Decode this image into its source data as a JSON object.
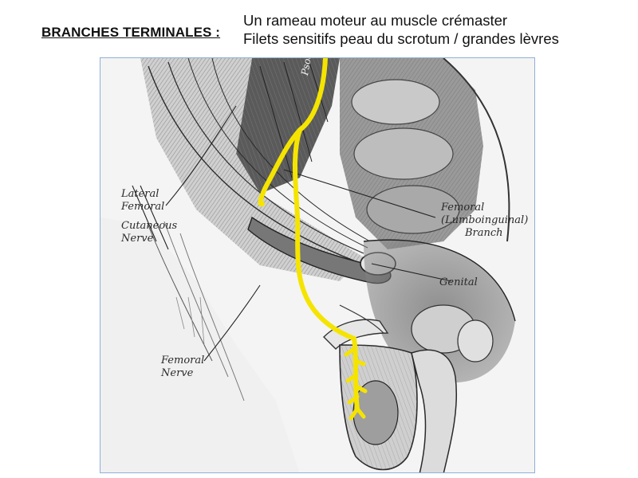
{
  "heading": "BRANCHES TERMINALES :",
  "lines": [
    "Un rameau moteur au muscle crémaster",
    "Filets sensitifs peau du scrotum / grandes lèvres"
  ],
  "figure": {
    "labels": {
      "lateral_femoral_cutaneous": [
        "Lateral",
        "Femoral",
        "Cutaneous",
        "Nerve"
      ],
      "femoral_branch": [
        "Femoral",
        "(Lumboinguinal)",
        "Branch"
      ],
      "genital": "Genital",
      "femoral_nerve": [
        "Femoral",
        "Nerve"
      ],
      "psoas": "Psoas"
    },
    "highlight_color": "#f5e400",
    "outline_color": "#8fb0d8"
  }
}
